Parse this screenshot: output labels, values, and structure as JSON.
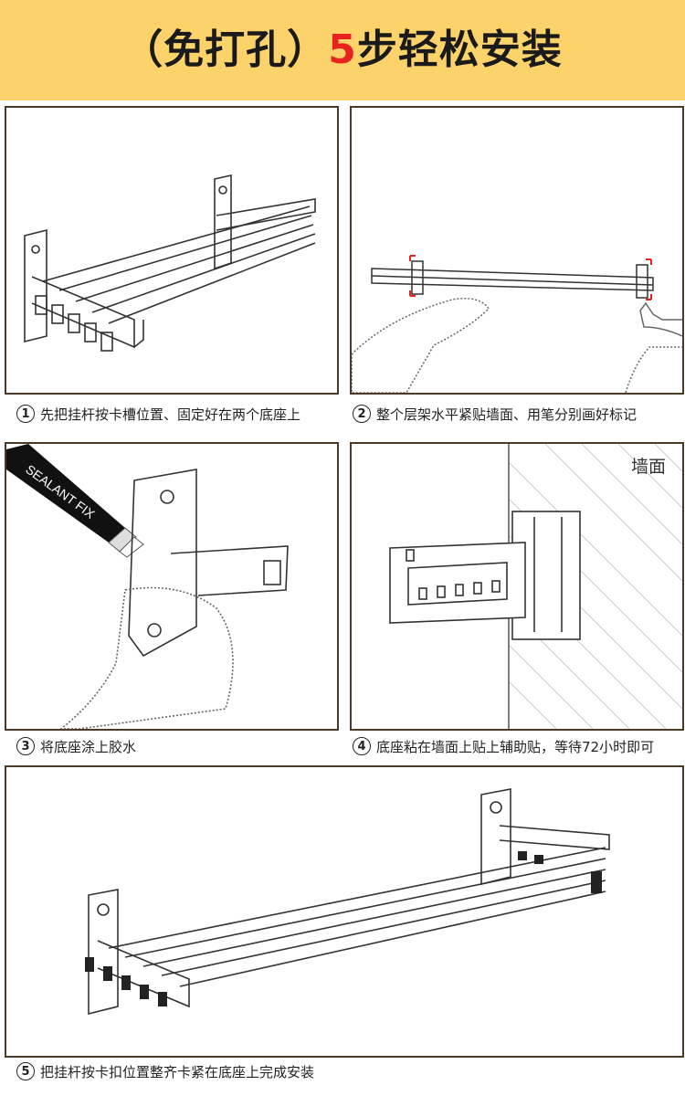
{
  "banner": {
    "title_left": "（免打孔）",
    "title_accent": "5",
    "title_right": "步轻松安装",
    "accent_color": "#e8231f",
    "background_color": "#fcd36b"
  },
  "steps": [
    {
      "number": "1",
      "text": "先把挂杆按卡槽位置、固定好在两个底座上"
    },
    {
      "number": "2",
      "text": "整个层架水平紧贴墙面、用笔分别画好标记"
    },
    {
      "number": "3",
      "text": "将底座涂上胶水",
      "tube_label": "SEALANT FIX"
    },
    {
      "number": "4",
      "text": "底座粘在墙面上贴上辅助贴，等待72小时即可",
      "wall_label": "墙面"
    },
    {
      "number": "5",
      "text": "把挂杆按卡扣位置整齐卡紧在底座上完成安装"
    }
  ],
  "icons": {
    "rack": "towel-rack-illustration",
    "hand": "hand-illustration",
    "glue": "glue-tube-illustration"
  }
}
